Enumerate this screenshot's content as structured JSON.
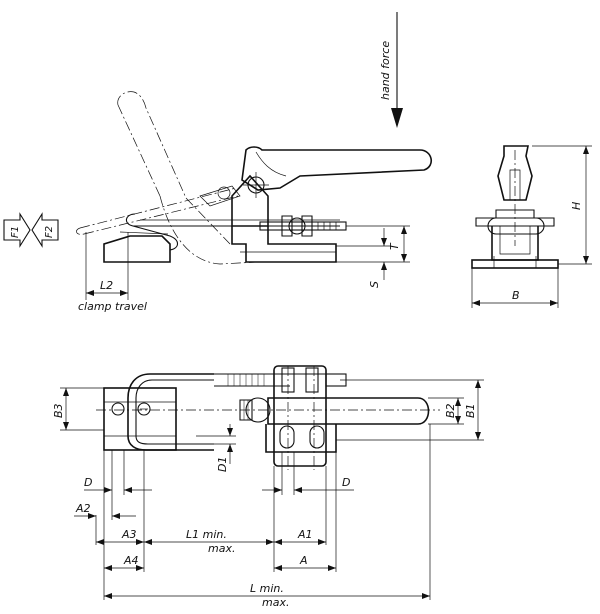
{
  "labels": {
    "hand_force": "hand force",
    "clamp_travel": "clamp travel",
    "f1": "F1",
    "f2": "F2",
    "h": "H",
    "t": "T",
    "s": "S",
    "b": "B",
    "l2": "L2",
    "b1": "B1",
    "b2": "B2",
    "b3": "B3",
    "d1": "D1",
    "d_left": "D",
    "d_right": "D",
    "a2": "A2",
    "a3": "A3",
    "a4": "A4",
    "a1": "A1",
    "a": "A",
    "l1_min": "L1  min.",
    "l1_max": "max.",
    "l_min": "L  min.",
    "l_max": "max."
  }
}
